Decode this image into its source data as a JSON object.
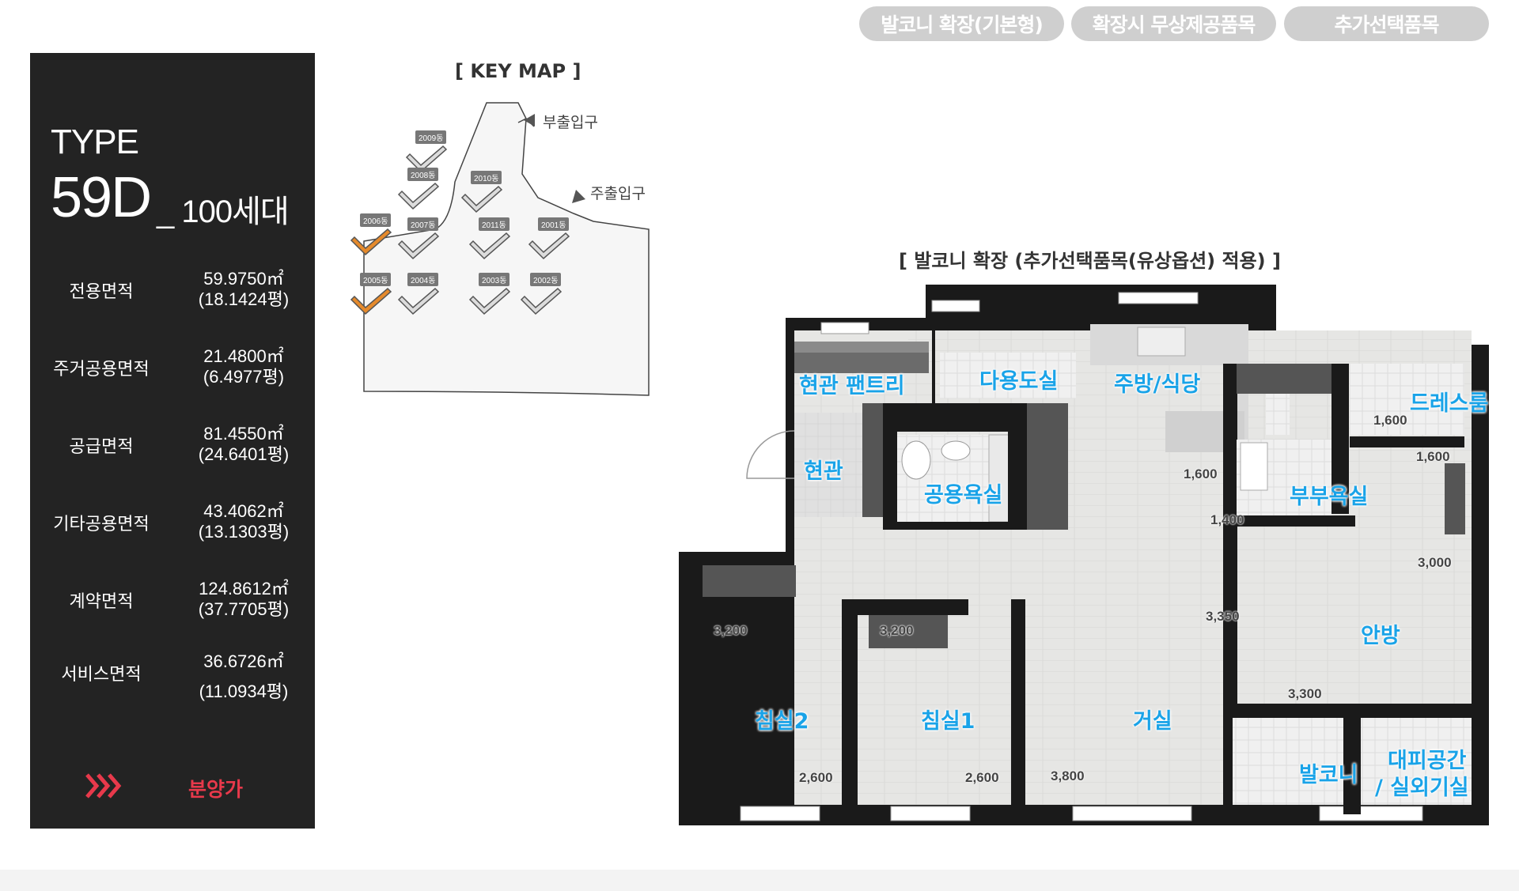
{
  "tabs": [
    {
      "label": "발코니 확장(기본형)"
    },
    {
      "label": "확장시 무상제공품목"
    },
    {
      "label": "추가선택품목"
    }
  ],
  "unit": {
    "type_label": "TYPE",
    "type_code": "59D",
    "units": "_ 100세대"
  },
  "areas": [
    {
      "label": "전용면적",
      "sqm": "59.9750㎡",
      "pyeong": "(18.1424평)"
    },
    {
      "label": "주거공용면적",
      "sqm": "21.4800㎡",
      "pyeong": "(6.4977평)"
    },
    {
      "label": "공급면적",
      "sqm": "81.4550㎡",
      "pyeong": "(24.6401평)"
    },
    {
      "label": "기타공용면적",
      "sqm": "43.4062㎡",
      "pyeong": "(13.1303평)"
    },
    {
      "label": "계약면적",
      "sqm": "124.8612㎡",
      "pyeong": "(37.7705평)"
    },
    {
      "label": "서비스면적",
      "sqm": "36.6726㎡",
      "pyeong": "(11.0934평)"
    }
  ],
  "price_link": "분양가",
  "keymap": {
    "title": "[ KEY MAP ]",
    "entrances": {
      "sub": "부출입구",
      "main": "주출입구"
    },
    "buildings": [
      "2009동",
      "2008동",
      "2010동",
      "2006동",
      "2007동",
      "2011동",
      "2001동",
      "2005동",
      "2004동",
      "2003동",
      "2002동"
    ]
  },
  "plan": {
    "title": "[ 발코니 확장 (추가선택품목(유상옵션) 적용) ]",
    "rooms": {
      "pantry": "현관 팬트리",
      "utility": "다용도실",
      "kitchen": "주방/식당",
      "dress": "드레스룸",
      "entrance": "현관",
      "common_bath": "공용욕실",
      "master_bath": "부부욕실",
      "master": "안방",
      "bed2": "침실2",
      "bed1": "침실1",
      "living": "거실",
      "balcony": "발코니",
      "evac_line1": "대피공간",
      "evac_line2": "/ 실외기실"
    },
    "dims": {
      "d1": "1,600",
      "d2": "1,600",
      "d3": "1,600",
      "d4": "1,400",
      "d5": "3,000",
      "d6": "3,200",
      "d7": "3,200",
      "d8": "3,350",
      "d9": "3,300",
      "d10": "2,600",
      "d11": "2,600",
      "d12": "3,800"
    }
  },
  "colors": {
    "panel_bg": "#232323",
    "tab_bg": "#cfcfcf",
    "room_label": "#19a3e8",
    "price": "#e8394b"
  }
}
